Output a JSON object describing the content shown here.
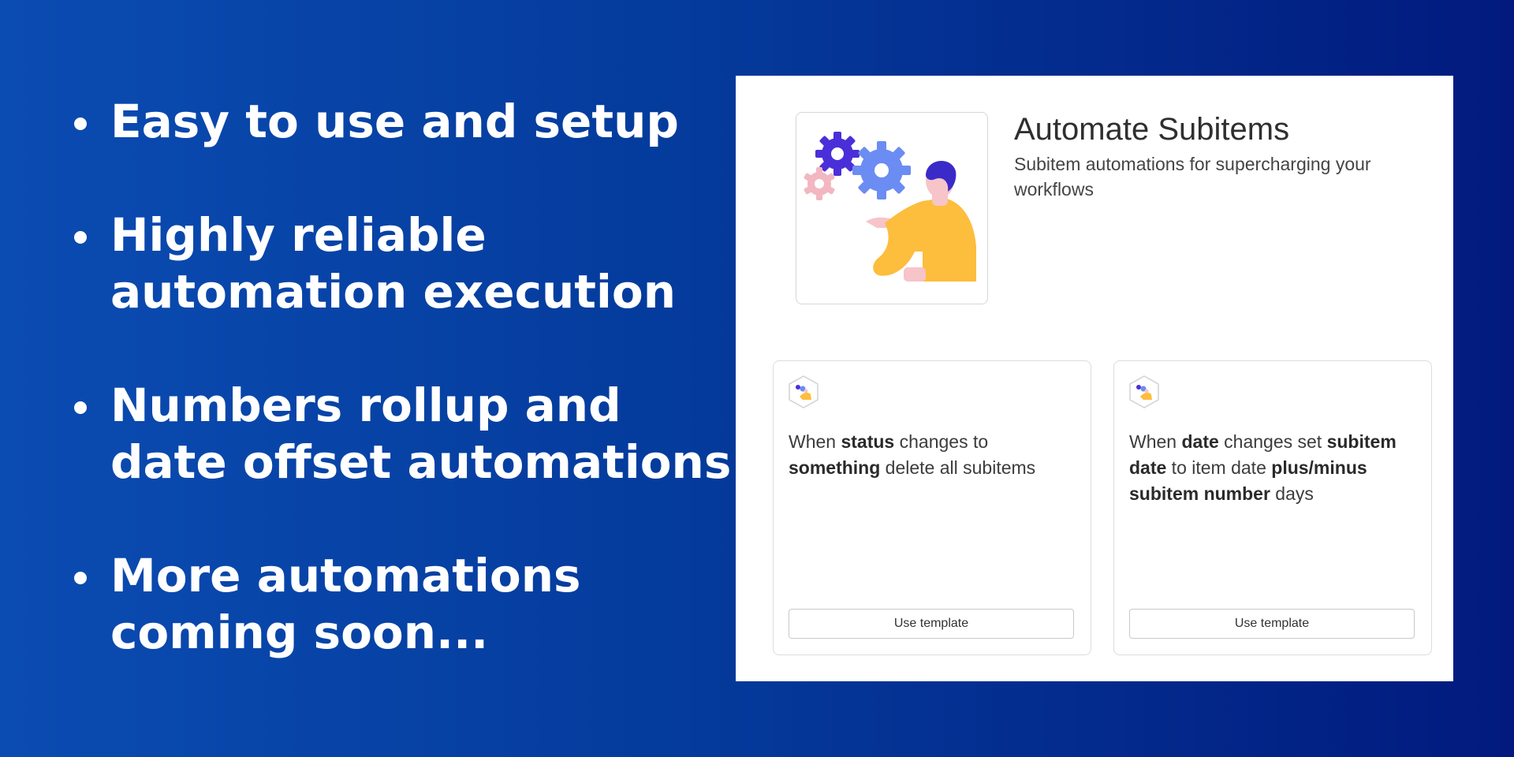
{
  "features": [
    {
      "lines": [
        "Easy to use and setup"
      ]
    },
    {
      "lines": [
        "Highly reliable",
        "automation execution"
      ]
    },
    {
      "lines": [
        "Numbers rollup and",
        "date offset automations"
      ]
    },
    {
      "lines": [
        "More automations",
        "coming soon..."
      ]
    }
  ],
  "app": {
    "title": "Automate Subitems",
    "subtitle": "Subitem automations for supercharging your workflows"
  },
  "templates": [
    {
      "segments": [
        {
          "t": "When ",
          "b": false
        },
        {
          "t": "status",
          "b": true
        },
        {
          "t": " changes to ",
          "b": false
        },
        {
          "t": "something",
          "b": true
        },
        {
          "t": " delete all subitems",
          "b": false
        }
      ],
      "button_label": "Use template"
    },
    {
      "segments": [
        {
          "t": "When ",
          "b": false
        },
        {
          "t": "date",
          "b": true
        },
        {
          "t": " changes set ",
          "b": false
        },
        {
          "t": "subitem date",
          "b": true
        },
        {
          "t": " to item date ",
          "b": false
        },
        {
          "t": "plus/minus subitem number",
          "b": true
        },
        {
          "t": " days",
          "b": false
        }
      ],
      "button_label": "Use template"
    }
  ],
  "colors": {
    "bg_start": "#0b4cb2",
    "bg_end": "#021a7e",
    "gear_dark": "#4a2fd8",
    "gear_light": "#6b8cf2",
    "gear_pink": "#f2b7c0",
    "shirt": "#fdbd3d",
    "hair": "#3a2bc9"
  },
  "icons": [
    "gears-person-illustration",
    "automation-template-icon"
  ]
}
